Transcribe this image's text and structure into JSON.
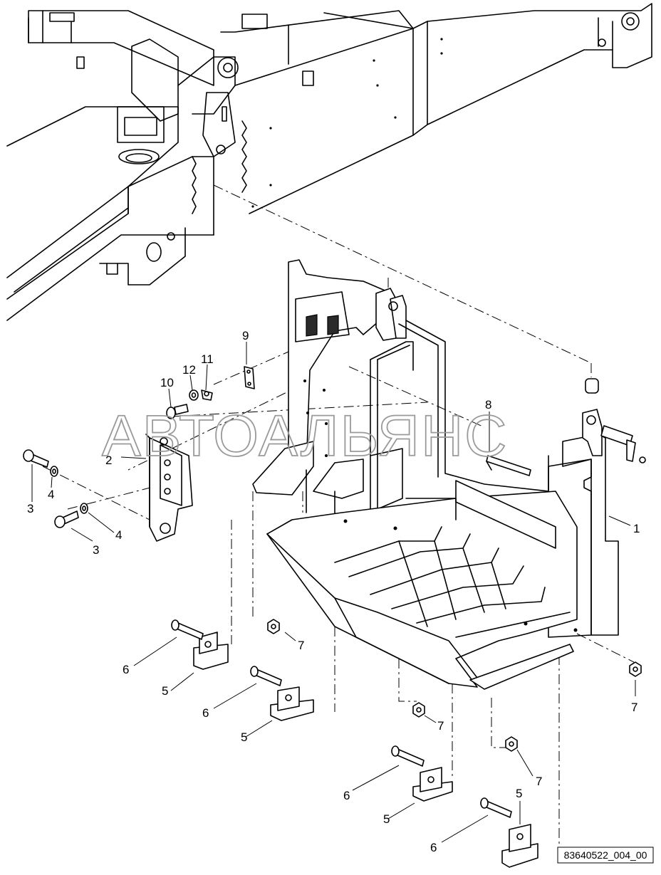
{
  "watermark": "АВТОАЛЬЯНС",
  "reference_code": "83640522_004_00",
  "callouts": [
    {
      "id": "c1",
      "text": "1"
    },
    {
      "id": "c2",
      "text": "2"
    },
    {
      "id": "c3a",
      "text": "3"
    },
    {
      "id": "c3b",
      "text": "3"
    },
    {
      "id": "c4a",
      "text": "4"
    },
    {
      "id": "c4b",
      "text": "4"
    },
    {
      "id": "c5a",
      "text": "5"
    },
    {
      "id": "c5b",
      "text": "5"
    },
    {
      "id": "c5c",
      "text": "5"
    },
    {
      "id": "c5d",
      "text": "5"
    },
    {
      "id": "c6a",
      "text": "6"
    },
    {
      "id": "c6b",
      "text": "6"
    },
    {
      "id": "c6c",
      "text": "6"
    },
    {
      "id": "c6d",
      "text": "6"
    },
    {
      "id": "c7a",
      "text": "7"
    },
    {
      "id": "c7b",
      "text": "7"
    },
    {
      "id": "c7c",
      "text": "7"
    },
    {
      "id": "c7d",
      "text": "7"
    },
    {
      "id": "c8",
      "text": "8"
    },
    {
      "id": "c9",
      "text": "9"
    },
    {
      "id": "c10",
      "text": "10"
    },
    {
      "id": "c11",
      "text": "11"
    },
    {
      "id": "c12",
      "text": "12"
    }
  ]
}
